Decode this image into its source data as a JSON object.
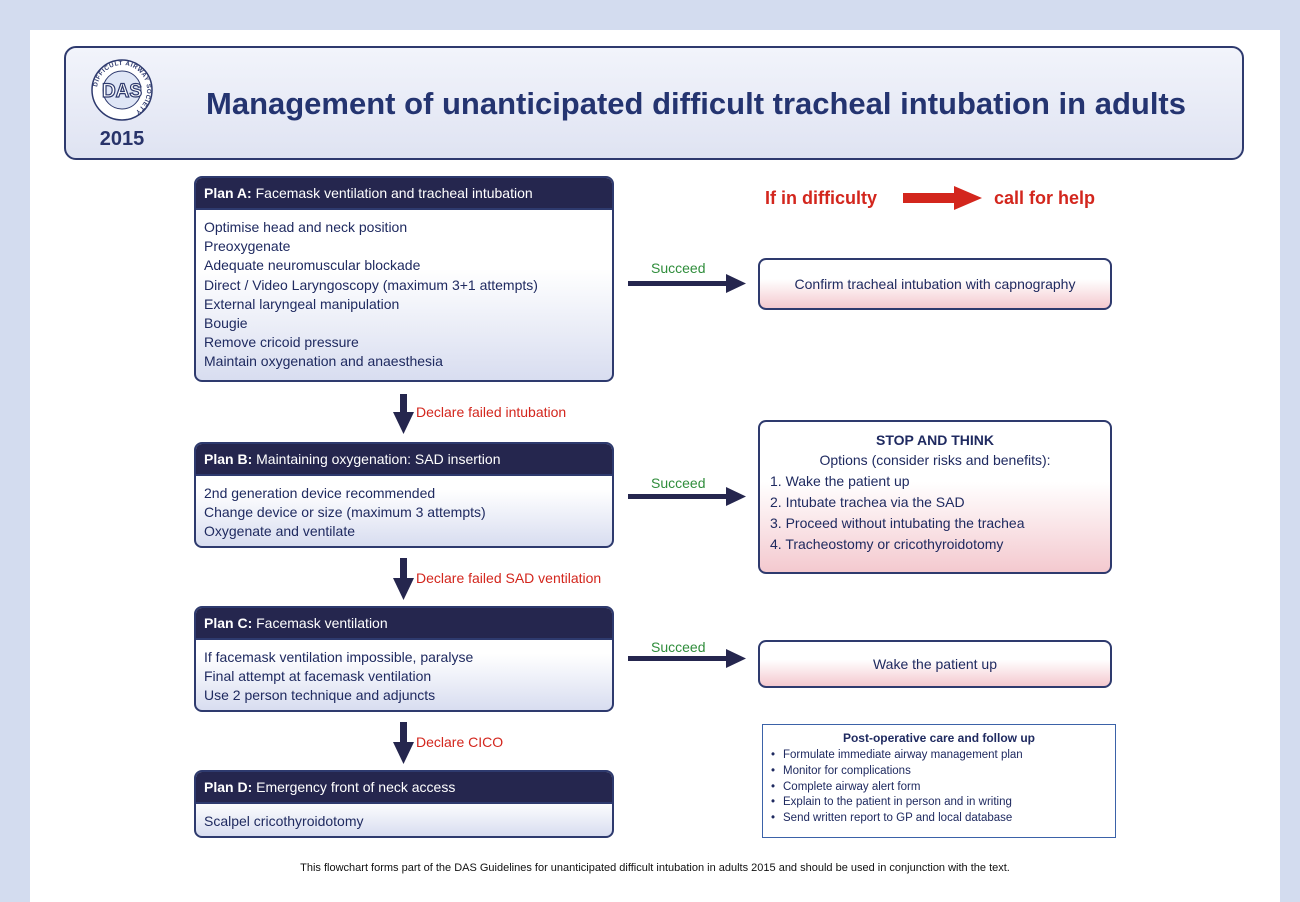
{
  "header": {
    "title": "Management of unanticipated difficult tracheal intubation in adults",
    "year": "2015",
    "logo_text": "DAS",
    "logo_ring_text": "DIFFICULT AIRWAY SOCIETY"
  },
  "help": {
    "left": "If in difficulty",
    "right": "call for help"
  },
  "plans": [
    {
      "label": "Plan A:",
      "title": "Facemask ventilation and tracheal intubation",
      "items": [
        "Optimise head and neck position",
        "Preoxygenate",
        "Adequate neuromuscular blockade",
        "Direct / Video Laryngoscopy (maximum 3+1 attempts)",
        "External laryngeal manipulation",
        "Bougie",
        "Remove cricoid pressure",
        "Maintain oxygenation and anaesthesia"
      ]
    },
    {
      "label": "Plan B:",
      "title": "Maintaining oxygenation: SAD insertion",
      "items": [
        "2nd generation device recommended",
        "Change device or size (maximum 3 attempts)",
        "Oxygenate and ventilate"
      ]
    },
    {
      "label": "Plan C:",
      "title": "Facemask ventilation",
      "items": [
        "If facemask ventilation impossible, paralyse",
        "Final attempt at facemask ventilation",
        "Use 2 person technique and adjuncts"
      ]
    },
    {
      "label": "Plan D:",
      "title": "Emergency front of neck access",
      "items": [
        "Scalpel cricothyroidotomy"
      ]
    }
  ],
  "declare": [
    "Declare failed intubation",
    "Declare failed SAD ventilation",
    "Declare CICO"
  ],
  "succeed": [
    "Succeed",
    "Succeed",
    "Succeed"
  ],
  "outcomes": {
    "confirm": "Confirm tracheal intubation with capnography",
    "stop": {
      "title": "STOP AND THINK",
      "subtitle": "Options (consider risks and benefits):",
      "items": [
        "1. Wake the patient up",
        "2. Intubate trachea via the SAD",
        "3. Proceed without intubating the trachea",
        "4. Tracheostomy or cricothyroidotomy"
      ]
    },
    "wake": "Wake the patient up"
  },
  "post_op": {
    "title": "Post-operative care and follow up",
    "items": [
      "Formulate immediate airway management plan",
      "Monitor for complications",
      "Complete airway alert form",
      "Explain to the patient in person and in writing",
      "Send written report to GP and local database"
    ]
  },
  "footer": "This flowchart forms part of the DAS Guidelines for unanticipated difficult intubation in adults 2015 and should be used in conjunction with the text.",
  "colors": {
    "navy": "#25264e",
    "text_blue": "#1f2a60",
    "red": "#d3261d",
    "green": "#2f8d3b",
    "pink": "#f4c9cf",
    "background": "#d3dcef"
  }
}
